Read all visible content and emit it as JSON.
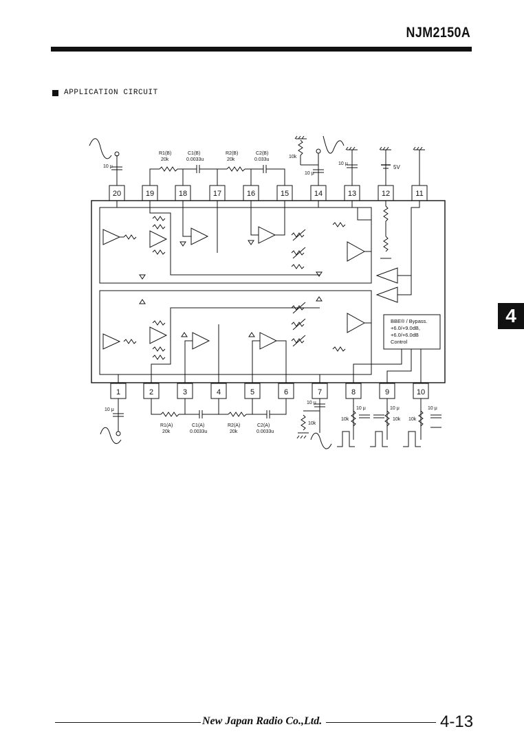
{
  "header": {
    "part_number": "NJM2150A"
  },
  "section": {
    "title": "APPLICATION CIRCUIT"
  },
  "side_tab": {
    "label": "4"
  },
  "footer": {
    "brand": "New Japan Radio Co.,Ltd.",
    "page": "4-13"
  },
  "pins_top": [
    "20",
    "19",
    "18",
    "17",
    "16",
    "15",
    "14",
    "13",
    "12",
    "11"
  ],
  "pins_bottom": [
    "1",
    "2",
    "3",
    "4",
    "5",
    "6",
    "7",
    "8",
    "9",
    "10"
  ],
  "components_top": {
    "r1": "R1(B)",
    "r1_val": "20k",
    "c1": "C1(B)",
    "c1_val": "0.0033u",
    "r2": "R2(B)",
    "r2_val": "20k",
    "c2": "C2(B)",
    "c2_val": "0.033u",
    "pot": "10k",
    "cap14": "10 μ",
    "cap13": "10 μ",
    "cap20": "10 μ",
    "supply": "5V"
  },
  "components_bottom": {
    "r1": "R1(A)",
    "r1_val": "20k",
    "c1": "C1(A)",
    "c1_val": "0.0033u",
    "r2": "R2(A)",
    "r2_val": "20k",
    "c2": "C2(A)",
    "c2_val": "0.0033u",
    "cap1": "10 μ",
    "cap7": "10 μ",
    "pot7": "10k",
    "cap8": "10 μ",
    "cap9": "10 μ",
    "cap10": "10 μ",
    "r8": "10k",
    "r9": "10k",
    "r10": "10k"
  },
  "control_box": {
    "line1": "BBE® / Bypass.",
    "line2": "+6.0/+9.0dB,",
    "line3": "+6.0/+6.0dB",
    "line4": "Control"
  }
}
